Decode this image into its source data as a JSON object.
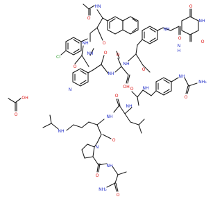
{
  "molecule": {
    "labels": {
      "acetyl_O": "O",
      "acetyl_NH": "HN",
      "nap_CO_O": "O",
      "nap_NH": "NH",
      "cl": "Cl",
      "cpa_CO_O": "O",
      "cpa_NH": "NH",
      "ser_NH": "NH",
      "ser_CO_O": "O",
      "ser_OH": "OH",
      "pyr_N": "N",
      "pal_CO_O": "O",
      "aph_NH": "NH",
      "aph_CO_O": "O",
      "ring_O_top": "O",
      "ring_NH_right": "NH",
      "ring_NH_left": "N",
      "ring_H": "H",
      "ring_O_bottom": "O",
      "amide_O_ring": "O",
      "amide_NH_ring": "NH",
      "d4_NH": "NH",
      "d4_CO_O": "O",
      "urea_NH": "NH",
      "urea_NH2": "NH₂",
      "urea_O": "O",
      "d4b_NH": "NH",
      "leu_O": "O",
      "leu_NH": "NH",
      "lys_NH": "NH",
      "lys_O": "O",
      "pro_N": "N",
      "pro_O": "O",
      "dala_NH": "NH",
      "dala_O": "O",
      "dala_NH2": "NH₂",
      "acetic_O1": "O",
      "acetic_OH": "OH"
    }
  }
}
